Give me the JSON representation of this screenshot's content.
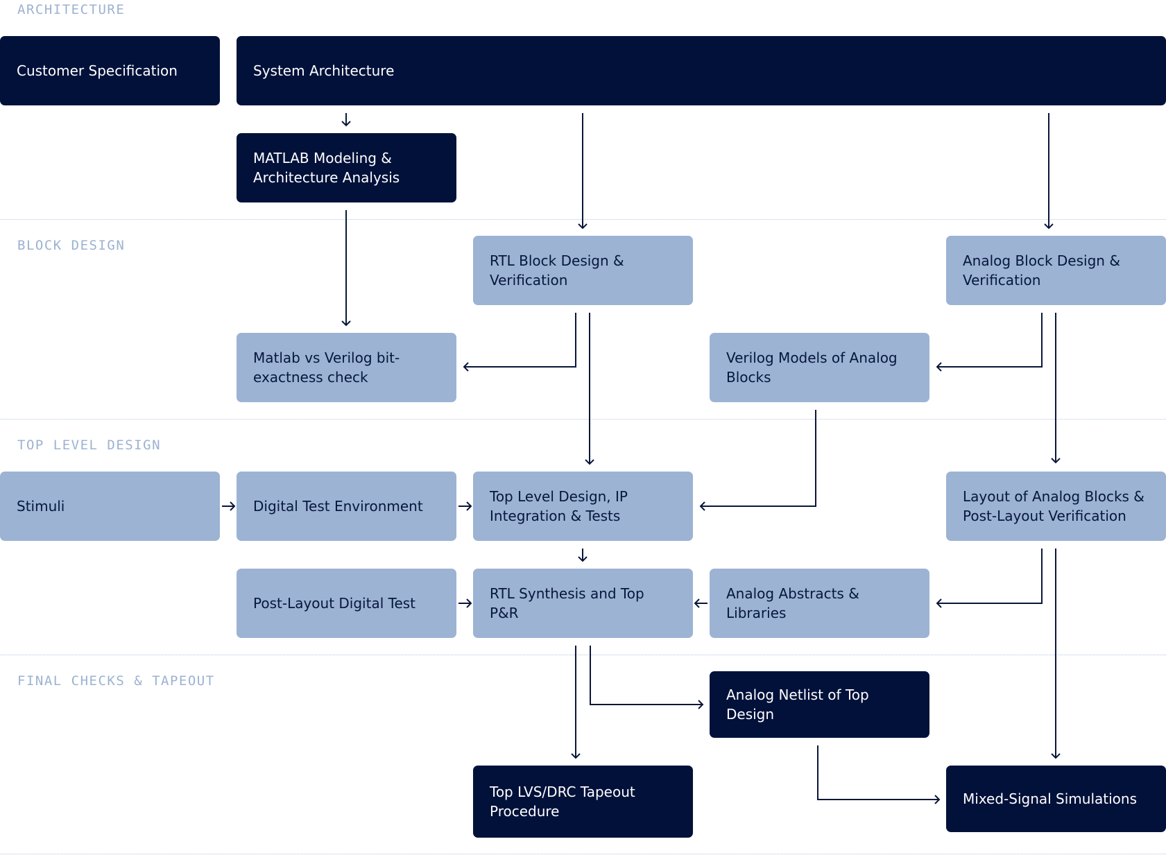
{
  "sections": {
    "architecture": "ARCHITECTURE",
    "block_design": "BLOCK DESIGN",
    "top_level_design": "TOP LEVEL DESIGN",
    "final_checks": "FINAL CHECKS & TAPEOUT"
  },
  "nodes": {
    "customer_spec": "Customer Specification",
    "system_arch": "System Architecture",
    "matlab_modeling": "MATLAB Modeling & Architecture Analysis",
    "rtl_block": "RTL Block Design & Verification",
    "analog_block": "Analog Block Design & Verification",
    "matlab_vs_verilog": "Matlab vs Verilog bit-exactness check",
    "verilog_models": "Verilog Models of Analog Blocks",
    "stimuli": "Stimuli",
    "digital_test_env": "Digital Test Environment",
    "top_level_design": "Top Level Design, IP Integration & Tests",
    "layout_analog": "Layout of Analog Blocks & Post-Layout Verification",
    "post_layout_test": "Post-Layout Digital Test",
    "rtl_synthesis": "RTL Synthesis and Top P&R",
    "analog_abstracts": "Analog Abstracts & Libraries",
    "analog_netlist": "Analog Netlist of Top Design",
    "top_lvs": "Top LVS/DRC Tapeout Procedure",
    "mixed_signal": "Mixed-Signal Simulations"
  },
  "colors": {
    "dark_node": "#01113a",
    "light_node": "#9cb3d3",
    "section_label": "#9cb2d1",
    "arrow": "#0a1638"
  }
}
